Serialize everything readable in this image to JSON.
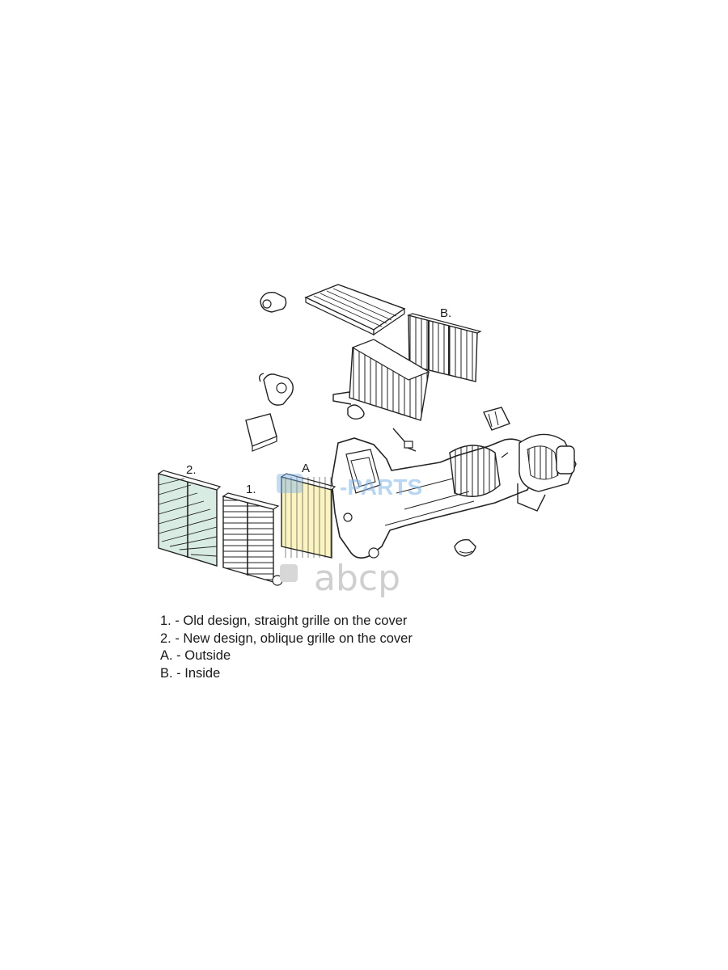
{
  "callouts": {
    "label_1": "1.",
    "label_2": "2.",
    "label_a": "A",
    "label_b": "B."
  },
  "watermarks": {
    "blue_text": "-PARTS",
    "grey_logo_text": "abcp"
  },
  "legend": [
    {
      "text": "1. - Old design, straight grille on the cover"
    },
    {
      "text": "2. - New design, oblique grille on the cover"
    },
    {
      "text": "A. - Outside"
    },
    {
      "text": "B. - Inside"
    }
  ],
  "colors": {
    "filter_new_design": "#d8ece4",
    "filter_outside": "#fbf3c2",
    "line": "#222222"
  }
}
